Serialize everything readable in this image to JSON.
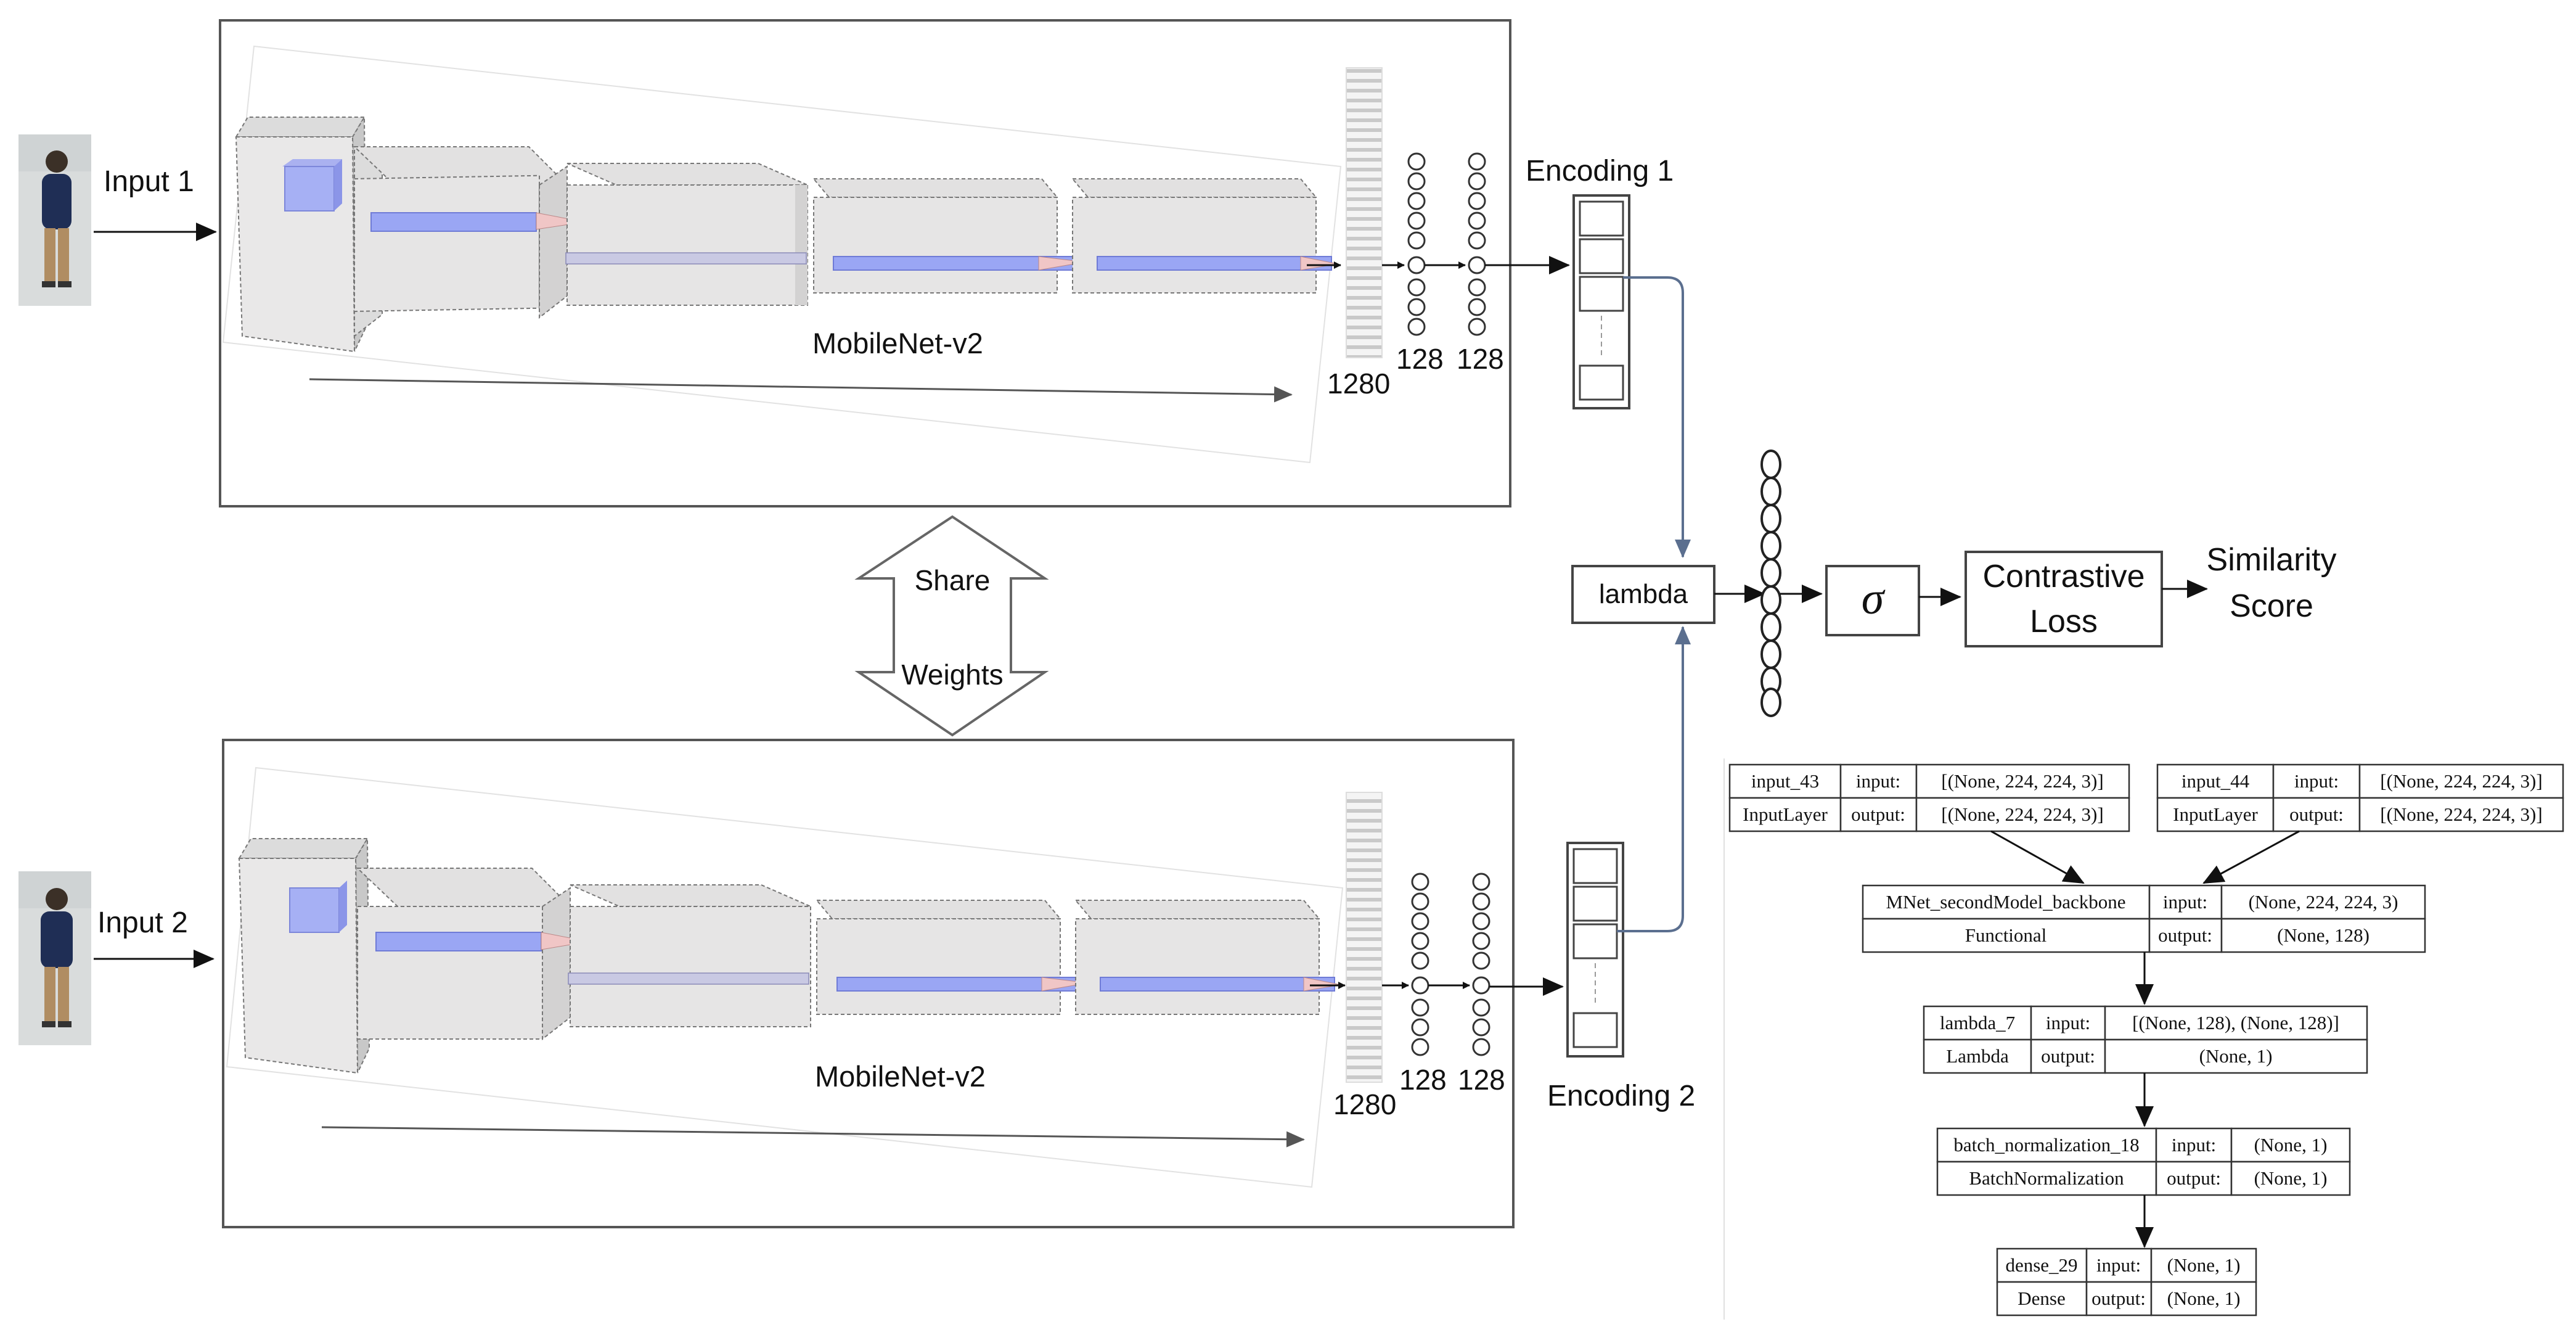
{
  "inputs": [
    {
      "label": "Input 1"
    },
    {
      "label": "Input 2"
    }
  ],
  "branches": [
    {
      "network_label": "MobileNet-v2",
      "dims": [
        "1280",
        "128",
        "128"
      ],
      "encoding_label": "Encoding 1"
    },
    {
      "network_label": "MobileNet-v2",
      "dims": [
        "1280",
        "128",
        "128"
      ],
      "encoding_label": "Encoding 2"
    }
  ],
  "share_weights": {
    "line1": "Share",
    "line2": "Weights"
  },
  "lambda_label": "lambda",
  "sigma_label": "σ",
  "loss_label": {
    "line1": "Contrastive",
    "line2": "Loss"
  },
  "output_label": {
    "line1": "Similarity",
    "line2": "Score"
  },
  "model_summary": {
    "input_a": {
      "name": "input_43",
      "type": "InputLayer",
      "in_label": "input:",
      "out_label": "output:",
      "in_val": "[(None, 224, 224, 3)]",
      "out_val": "[(None, 224, 224, 3)]"
    },
    "input_b": {
      "name": "input_44",
      "type": "InputLayer",
      "in_label": "input:",
      "out_label": "output:",
      "in_val": "[(None, 224, 224, 3)]",
      "out_val": "[(None, 224, 224, 3)]"
    },
    "backbone": {
      "name": "MNet_secondModel_backbone",
      "type": "Functional",
      "in_label": "input:",
      "out_label": "output:",
      "in_val": "(None, 224, 224, 3)",
      "out_val": "(None, 128)"
    },
    "lambda": {
      "name": "lambda_7",
      "type": "Lambda",
      "in_label": "input:",
      "out_label": "output:",
      "in_val": "[(None, 128), (None, 128)]",
      "out_val": "(None, 1)"
    },
    "batchnorm": {
      "name": "batch_normalization_18",
      "type": "BatchNormalization",
      "in_label": "input:",
      "out_label": "output:",
      "in_val": "(None, 1)",
      "out_val": "(None, 1)"
    },
    "dense": {
      "name": "dense_29",
      "type": "Dense",
      "in_label": "input:",
      "out_label": "output:",
      "in_val": "(None, 1)",
      "out_val": "(None, 1)"
    }
  }
}
